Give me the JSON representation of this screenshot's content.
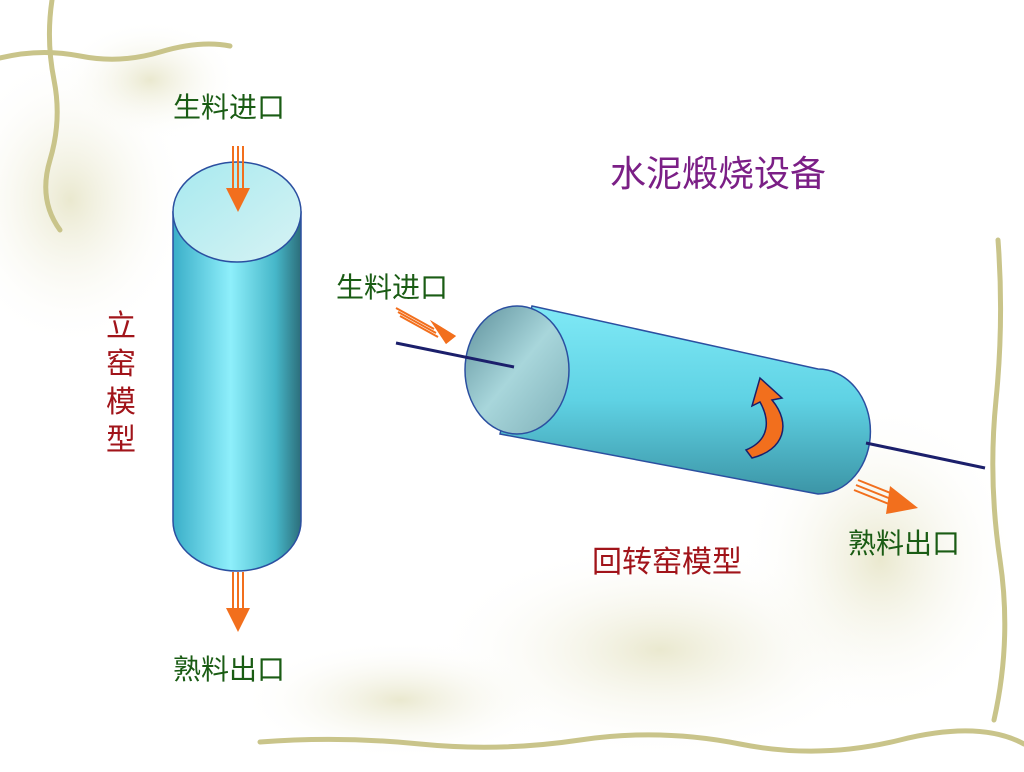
{
  "title": "水泥煅烧设备",
  "vertical_kiln": {
    "inlet_label": "生料进口",
    "outlet_label": "熟料出口",
    "name": "立窑模型"
  },
  "rotary_kiln": {
    "inlet_label": "生料进口",
    "outlet_label": "熟料出口",
    "name": "回转窑模型"
  },
  "colors": {
    "title": "#7b1f86",
    "port_label": "#1a5c14",
    "model_name": "#a1141a",
    "arrow": "#f26f1d",
    "cylinder_body": "#5fd7ea",
    "cylinder_outline": "#2b4fa0",
    "axis_line": "#1b1f6b",
    "vine": "#c9c48a"
  }
}
